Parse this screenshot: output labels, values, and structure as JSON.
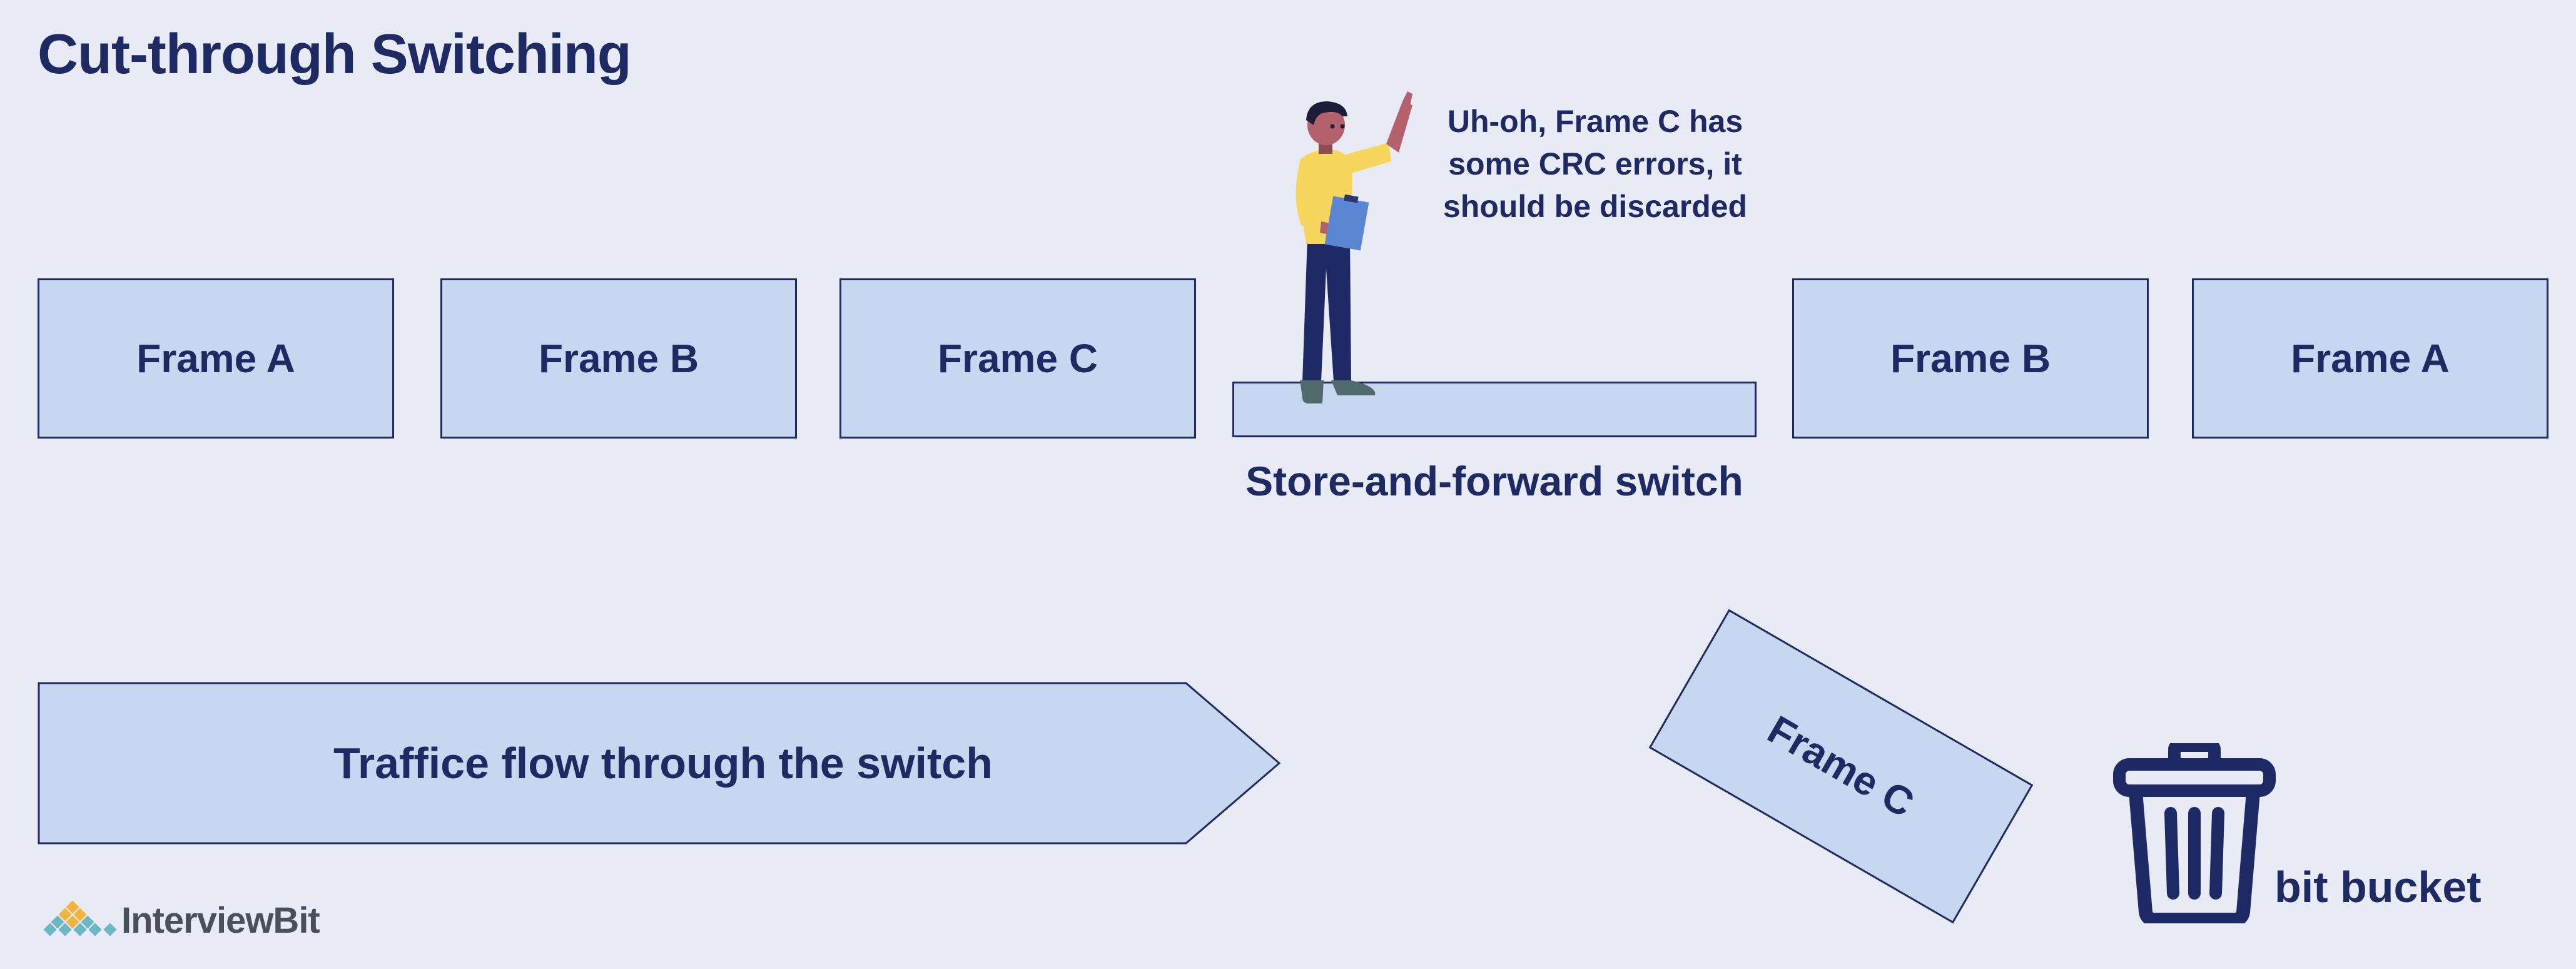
{
  "title": "Cut-through Switching",
  "frames_incoming": [
    "Frame A",
    "Frame B",
    "Frame C"
  ],
  "frames_outgoing": [
    "Frame B",
    "Frame A"
  ],
  "switch": {
    "label": "Store-and-forward switch",
    "speech": "Uh-oh, Frame C has some CRC errors, it should be discarded"
  },
  "flow_label": "Traffice flow through the switch",
  "discarded_frame": "Frame C",
  "bucket_label": "bit bucket",
  "logo_text": "InterviewBit",
  "colors": {
    "background": "#e8ebf6",
    "box_fill": "#c6d7ef",
    "ink": "#1e2a63",
    "shirt": "#f7d65d",
    "clipboard": "#5b86d4",
    "logo_gold": "#f0b43c",
    "logo_teal": "#6bb7c4"
  },
  "icons": [
    "trash-icon",
    "person-illustration",
    "interviewbit-logo-icon"
  ]
}
